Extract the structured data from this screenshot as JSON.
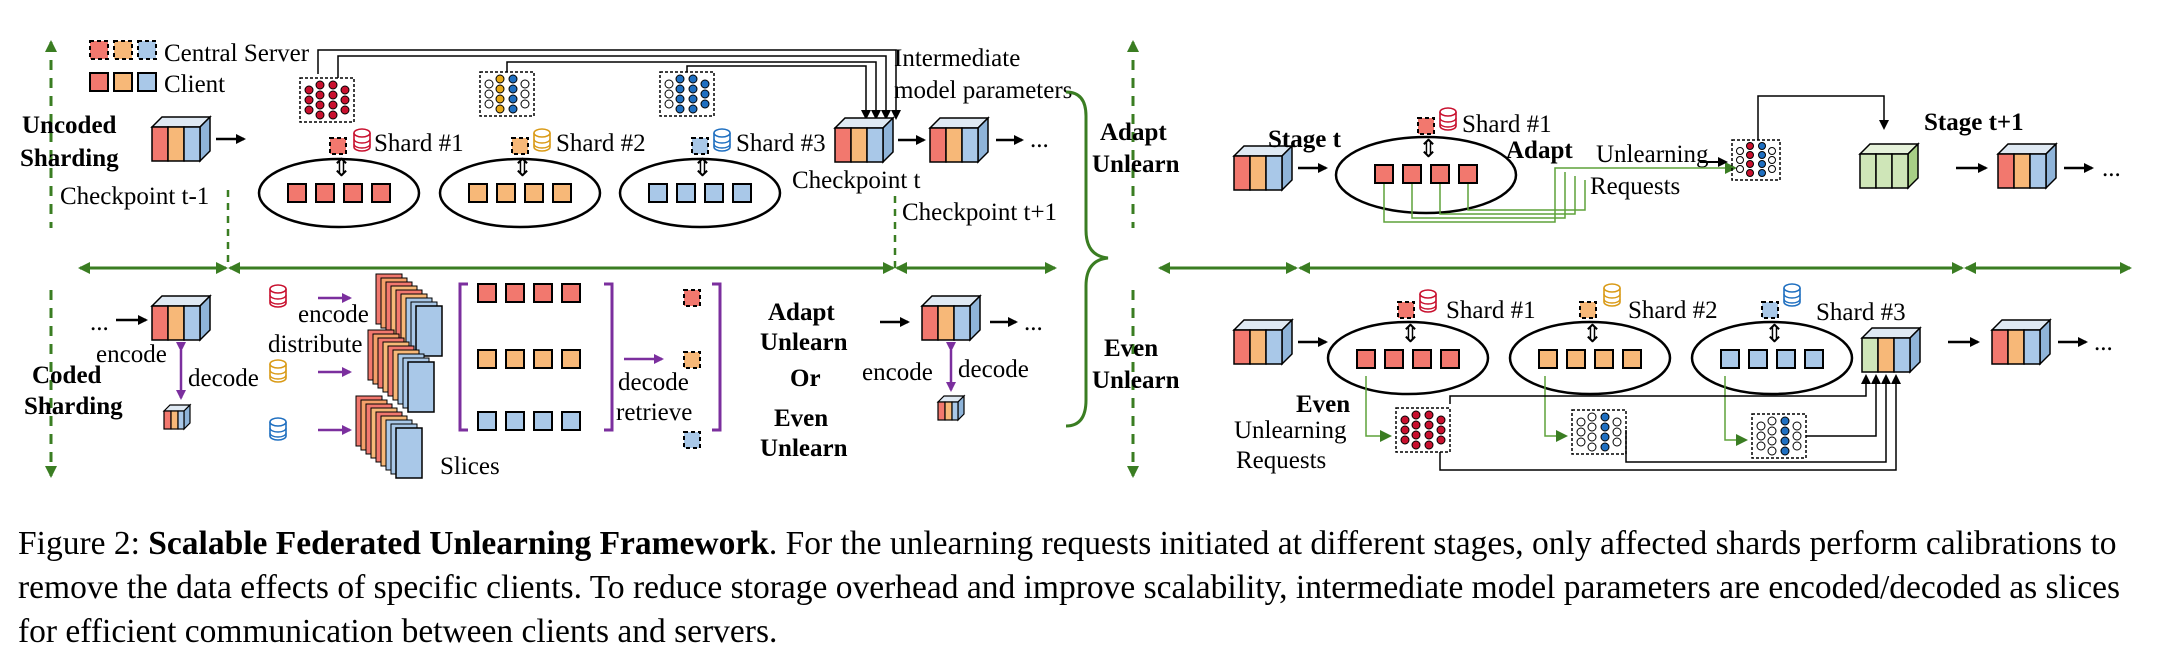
{
  "legend": {
    "central_server": "Central Server",
    "client": "Client"
  },
  "uncoded": {
    "title_line1": "Uncoded",
    "title_line2": "Sharding",
    "checkpoint_prev": "Checkpoint t-1",
    "checkpoint_cur": "Checkpoint t",
    "checkpoint_next": "Checkpoint t+1",
    "intermediate_line1": "Intermediate",
    "intermediate_line2": "model parameters",
    "shards": [
      "Shard #1",
      "Shard #2",
      "Shard #3"
    ],
    "ellipsis": "..."
  },
  "coded": {
    "title_line1": "Coded",
    "title_line2": "Sharding",
    "encode": "encode",
    "decode": "decode",
    "encode_distribute_line1": "encode",
    "encode_distribute_line2": "distribute",
    "slices": "Slices",
    "decode_retrieve_line1": "decode",
    "decode_retrieve_line2": "retrieve",
    "choice_line1": "Adapt",
    "choice_line2": "Unlearn",
    "choice_or": "Or",
    "choice_line3": "Even",
    "choice_line4": "Unlearn",
    "ellipsis": "..."
  },
  "adapt": {
    "title_line1": "Adapt",
    "title_line2": "Unlearn",
    "stage_t": "Stage t",
    "stage_t1": "Stage t+1",
    "shard": "Shard #1",
    "adapt_label": "Adapt",
    "req_line1": "Unlearning",
    "req_line2": "Requests",
    "ellipsis": "..."
  },
  "even": {
    "title_line1": "Even",
    "title_line2": "Unlearn",
    "shards": [
      "Shard #1",
      "Shard #2",
      "Shard #3"
    ],
    "even_label": "Even",
    "req_line1": "Unlearning",
    "req_line2": "Requests",
    "ellipsis": "..."
  },
  "caption": {
    "prefix": "Figure 2: ",
    "title": "Scalable Federated Unlearning Framework",
    "body": ". For the unlearning requests initiated at different stages, only affected shards perform calibrations to remove the data effects of specific clients. To reduce storage overhead and improve scalability, intermediate model parameters are encoded/decoded as slices for efficient communication between clients and servers."
  },
  "colors": {
    "red": "#f2786e",
    "orange": "#f7b878",
    "blue": "#a9c8e8",
    "green": "#cfe6b8",
    "purple": "#7b2f9e",
    "dashgreen": "#3a7d22",
    "server_red": "#c8102e",
    "server_blue": "#1f6fc0",
    "server_yellow": "#e6a817"
  }
}
